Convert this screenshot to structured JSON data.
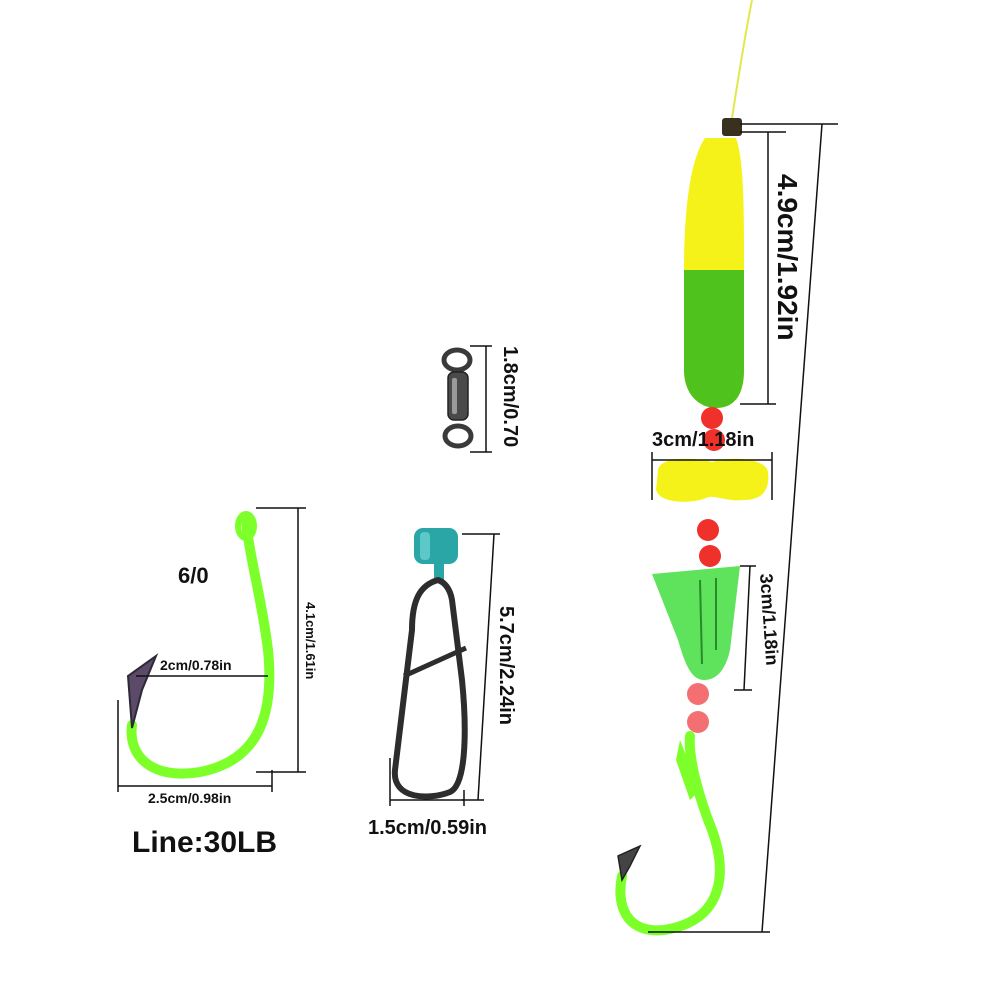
{
  "colors": {
    "hook_green": "#7dff2a",
    "hook_green_dark": "#4fd11a",
    "float_yellow": "#f5f21a",
    "float_green": "#4fc21e",
    "bead_red": "#f0302a",
    "bead_pink": "#f36f72",
    "teal": "#2aa6a6",
    "metal": "#3a3a3a",
    "line_yellow": "#e2e84a",
    "spinner_green": "#4ee04a",
    "dimension_line": "#111111"
  },
  "labels": {
    "hook_size": "6/0",
    "hook_height": "4.1cm/1.61in",
    "hook_gap": "2cm/0.78in",
    "hook_width": "2.5cm/0.98in",
    "line_strength": "Line:30LB",
    "swivel_length": "1.8cm/0.70",
    "snap_length": "5.7cm/2.24in",
    "snap_width": "1.5cm/0.59in",
    "float_length": "4.9cm/1.92in",
    "spacer_width": "3cm/1.18in",
    "spinner_length": "3cm/1.18in"
  }
}
